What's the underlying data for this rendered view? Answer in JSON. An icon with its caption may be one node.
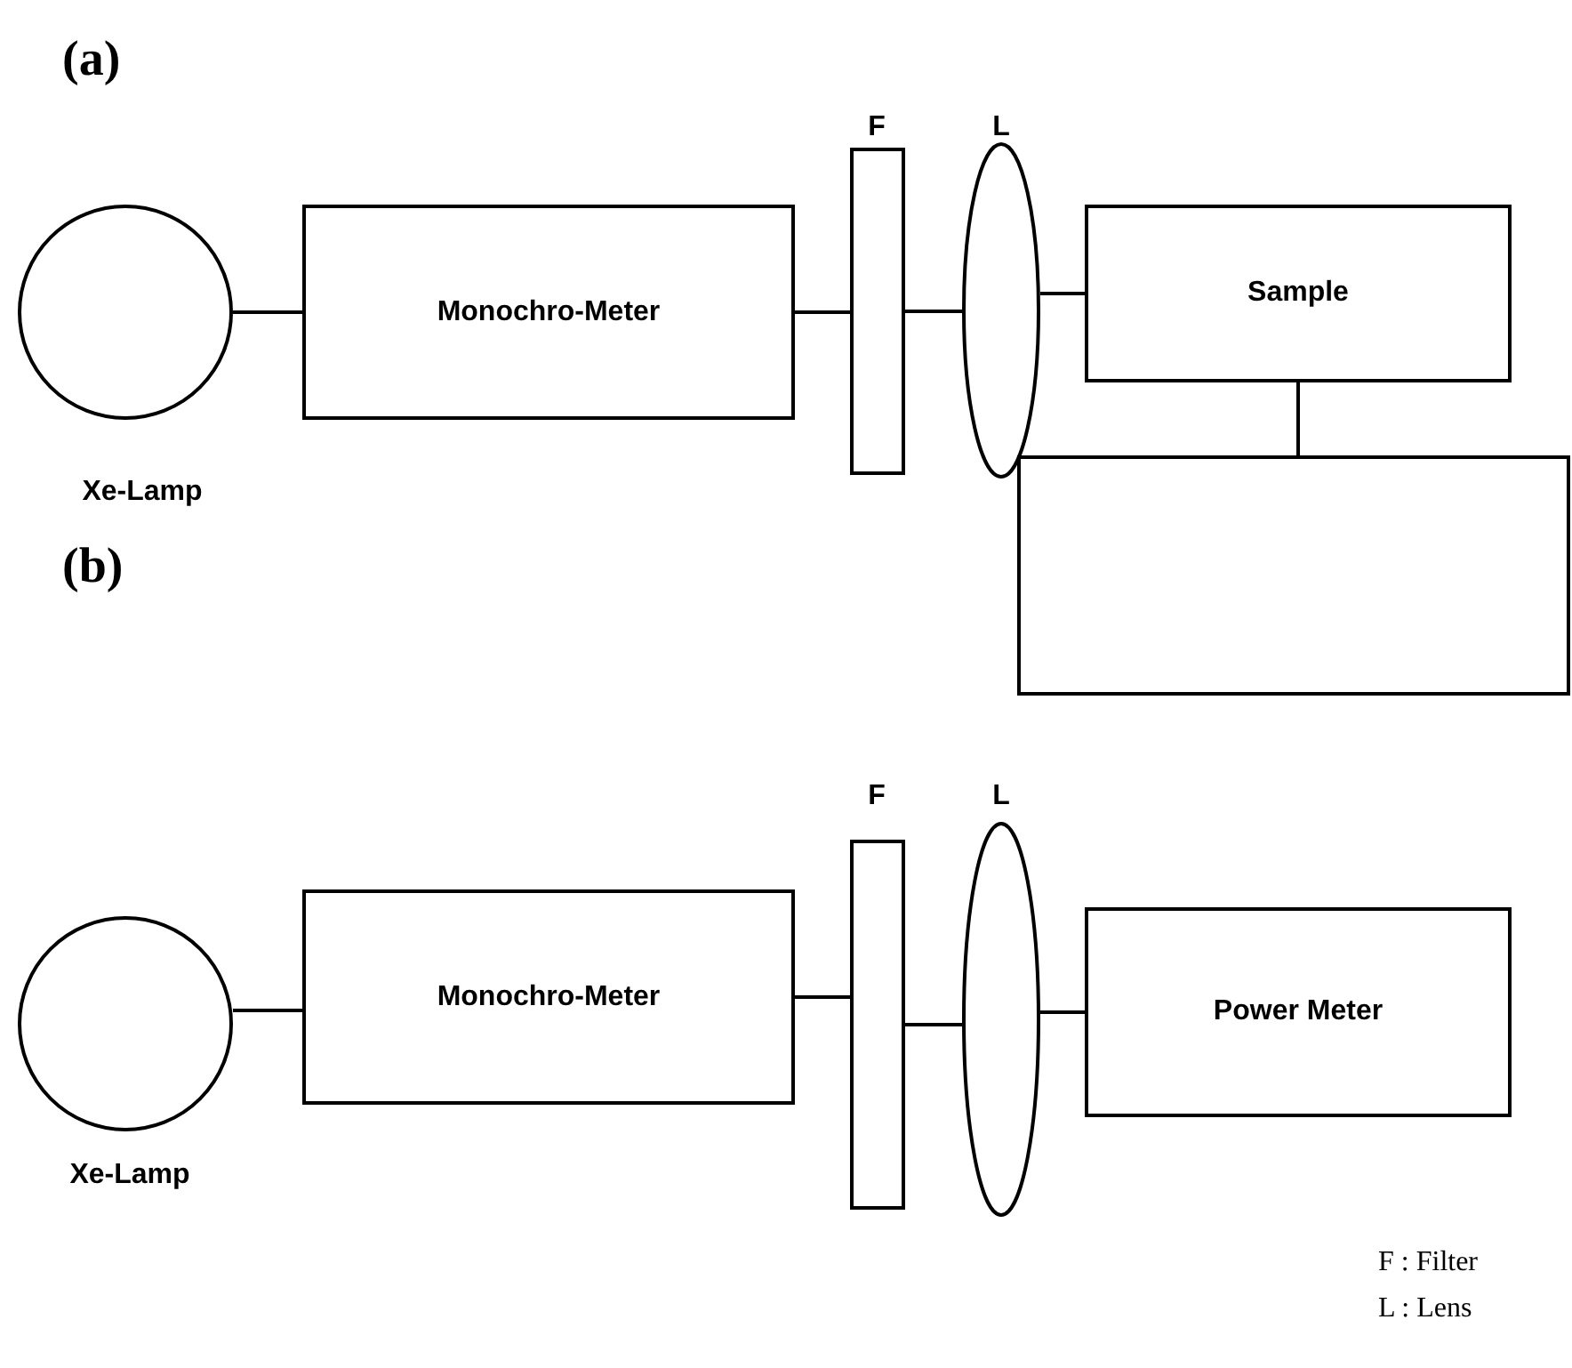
{
  "diagram": {
    "nodes": [
      {
        "text": [],
        "shape": "circle",
        "beside": [
          "Xe-Lamp"
        ]
      },
      {
        "text": [
          "Monochro-Meter"
        ]
      },
      {
        "text": [],
        "shape": "bar",
        "beside": [
          "F"
        ]
      },
      {
        "text": [],
        "shape": "ellipse",
        "beside": [
          "L"
        ]
      },
      {
        "text": [
          "Sample"
        ]
      },
      {
        "text": [],
        "shape": "box"
      },
      {
        "text": [],
        "shape": "circle",
        "beside": [
          "Xe-Lamp"
        ]
      },
      {
        "text": [
          "Monochro-Meter"
        ]
      },
      {
        "text": [],
        "shape": "bar",
        "beside": [
          "F"
        ]
      },
      {
        "text": [],
        "shape": "ellipse",
        "beside": [
          "L"
        ]
      },
      {
        "text": [
          "Power Meter"
        ]
      }
    ],
    "edges": [
      {
        "from": 0,
        "to": 1,
        "arrow": "none"
      },
      {
        "from": 1,
        "to": 2,
        "arrow": "none"
      },
      {
        "from": 2,
        "to": 3,
        "arrow": "none"
      },
      {
        "from": 3,
        "to": 4,
        "arrow": "none"
      },
      {
        "from": 4,
        "to": 5,
        "arrow": "none"
      },
      {
        "from": 6,
        "to": 7,
        "arrow": "none"
      },
      {
        "from": 7,
        "to": 8,
        "arrow": "none"
      },
      {
        "from": 8,
        "to": 9,
        "arrow": "none"
      },
      {
        "from": 9,
        "to": 10,
        "arrow": "none"
      }
    ],
    "labels": [
      "(a)",
      "(b)",
      "F : Filter",
      "L : Lens"
    ]
  }
}
